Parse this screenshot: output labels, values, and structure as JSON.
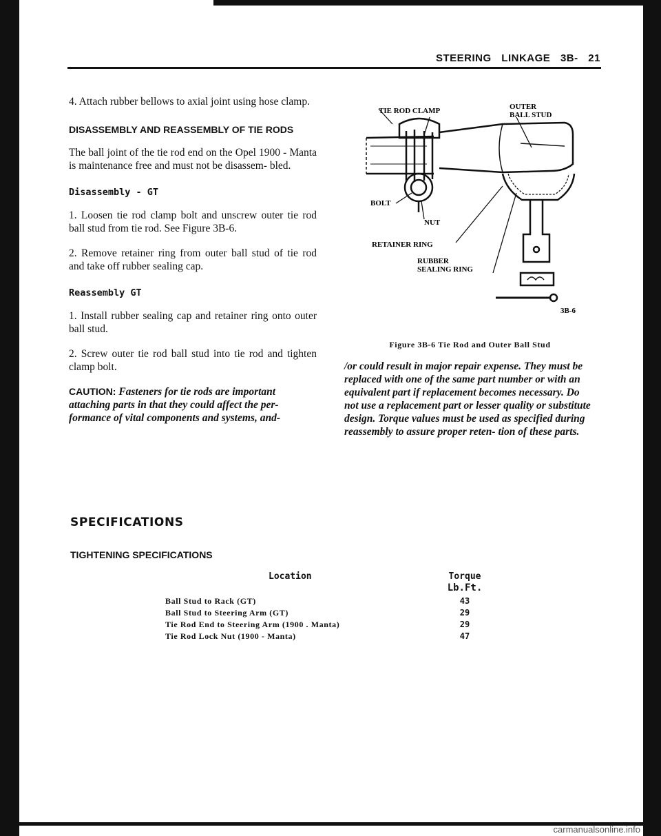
{
  "header": {
    "running_head": "STEERING LINKAGE 3B- 21"
  },
  "left_column": {
    "p1": "4. Attach rubber bellows to axial joint using hose clamp.",
    "h1": "DISASSEMBLY AND REASSEMBLY OF TIE RODS",
    "p2": "The ball joint of the tie rod end on the Opel 1900 - Manta is maintenance free and must not be disassem- bled.",
    "h2": "Disassembly - GT",
    "p3": "1. Loosen tie rod clamp bolt and unscrew outer tie rod ball stud from tie rod. See Figure 3B-6.",
    "p4": "2. Remove retainer ring from outer ball stud of tie rod and take off rubber sealing cap.",
    "h3": "Reassembly GT",
    "p5": "1. Install rubber sealing cap and retainer ring onto outer ball stud.",
    "p6": "2. Screw outer tie rod ball stud into tie rod and tighten clamp bolt.",
    "caution_label": "CAUTION:",
    "caution_text": "Fasteners for tie rods are important attaching parts in that they could affect the per- formance of vital components and systems, and-"
  },
  "right_column": {
    "continuation": "/or could result in major repair expense. They must be replaced with one of the same part number or with an equivalent part if replacement becomes necessary. Do not use a replacement part or lesser quality or substitute design. Torque values must be used as specified during reassembly to assure proper reten- tion of these parts."
  },
  "figure": {
    "labels": {
      "tie_rod_clamp": "TIE ROD CLAMP",
      "outer_ball_stud_1": "OUTER",
      "outer_ball_stud_2": "BALL STUD",
      "bolt": "BOLT",
      "nut": "NUT",
      "retainer_ring": "RETAINER RING",
      "rubber_sealing_ring_1": "RUBBER",
      "rubber_sealing_ring_2": "SEALING RING",
      "figure_number": "3B-6"
    },
    "caption": "Figure 3B-6 Tie Rod and Outer Ball Stud"
  },
  "specifications": {
    "title": "SPECIFICATIONS",
    "subtitle": "TIGHTENING SPECIFICATIONS",
    "col_location": "Location",
    "col_torque": "Torque",
    "col_unit": "Lb.Ft.",
    "rows": [
      {
        "location": "Ball Stud to Rack (GT)",
        "torque": "43"
      },
      {
        "location": "Ball Stud to Steering Arm (GT)",
        "torque": "29"
      },
      {
        "location": "Tie Rod End to Steering Arm (1900 . Manta)",
        "torque": "29"
      },
      {
        "location": "Tie Rod Lock Nut (1900 - Manta)",
        "torque": "47"
      }
    ]
  },
  "watermark": "carmanualsonline.info"
}
